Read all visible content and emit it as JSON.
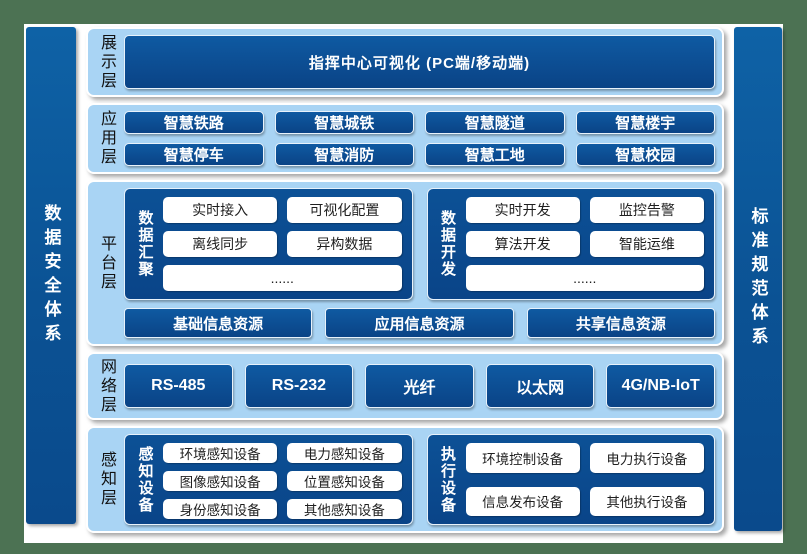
{
  "colors": {
    "background_green": "#4c7253",
    "panel_light_blue": "#a9d4f4",
    "deep_blue": "#0b4c92",
    "chip_text": "#1f1f1f",
    "white": "#ffffff"
  },
  "left_sidebar": {
    "label": "数据安全体系"
  },
  "right_sidebar": {
    "label": "标准规范体系"
  },
  "layers": {
    "display": {
      "label": "展示层",
      "banner": "指挥中心可视化 (PC端/移动端)"
    },
    "application": {
      "label": "应用层",
      "items": [
        "智慧铁路",
        "智慧城铁",
        "智慧隧道",
        "智慧楼宇",
        "智慧停车",
        "智慧消防",
        "智慧工地",
        "智慧校园"
      ]
    },
    "platform": {
      "label": "平台层",
      "groups": [
        {
          "title": "数据汇聚",
          "chips": [
            "实时接入",
            "可视化配置",
            "离线同步",
            "异构数据"
          ],
          "more": "......"
        },
        {
          "title": "数据开发",
          "chips": [
            "实时开发",
            "监控告警",
            "算法开发",
            "智能运维"
          ],
          "more": "......"
        }
      ],
      "resources": [
        "基础信息资源",
        "应用信息资源",
        "共享信息资源"
      ]
    },
    "network": {
      "label": "网络层",
      "items": [
        "RS-485",
        "RS-232",
        "光纤",
        "以太网",
        "4G/NB-IoT"
      ]
    },
    "perception": {
      "label": "感知层",
      "groups": [
        {
          "title": "感知设备",
          "chips": [
            "环境感知设备",
            "电力感知设备",
            "图像感知设备",
            "位置感知设备",
            "身份感知设备",
            "其他感知设备"
          ]
        },
        {
          "title": "执行设备",
          "chips": [
            "环境控制设备",
            "电力执行设备",
            "信息发布设备",
            "其他执行设备"
          ]
        }
      ]
    }
  }
}
